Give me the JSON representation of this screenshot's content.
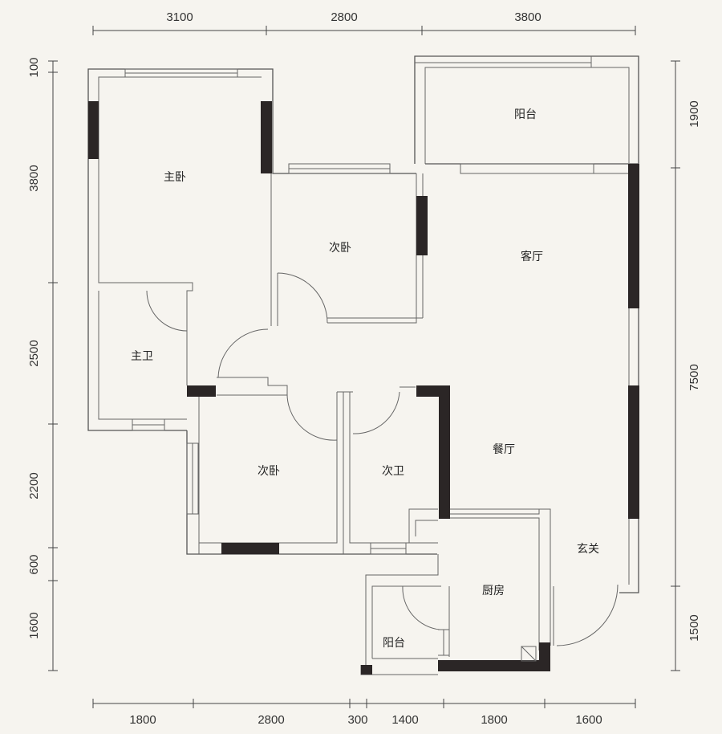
{
  "dimensions": {
    "top": [
      "3100",
      "2800",
      "3800"
    ],
    "bottom": [
      "1800",
      "2800",
      "300",
      "1400",
      "1800",
      "1600"
    ],
    "left": [
      "100",
      "3800",
      "2500",
      "2200",
      "600",
      "1600"
    ],
    "right": [
      "1900",
      "7500",
      "1500"
    ]
  },
  "rooms": {
    "master_bedroom": "主卧",
    "master_bath": "主卫",
    "second_bedroom_top": "次卧",
    "second_bedroom_bottom": "次卧",
    "second_bath": "次卫",
    "living_room": "客厅",
    "balcony_top": "阳台",
    "dining_room": "餐厅",
    "entrance": "玄关",
    "kitchen": "厨房",
    "balcony_bottom": "阳台"
  }
}
